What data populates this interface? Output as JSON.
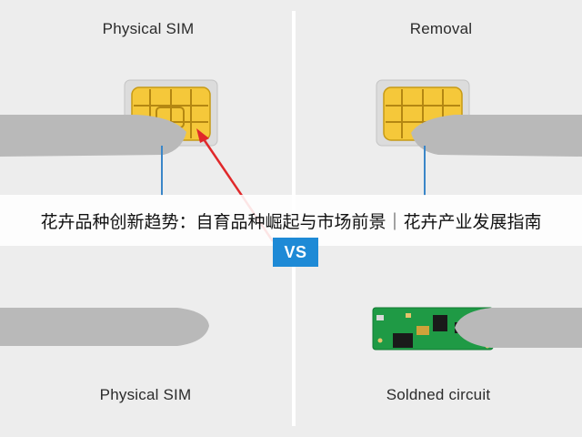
{
  "panels": {
    "top_left_label": "Physical SIM",
    "top_right_label": "Removal",
    "bottom_left_label": "Physical SIM",
    "bottom_right_label": "Soldned circuit"
  },
  "banner": {
    "text": "花卉品种创新趋势：自育品种崛起与市场前景｜花卉产业发展指南"
  },
  "vs_badge": "VS",
  "colors": {
    "sim_gold": "#f5c83a",
    "pcb_green": "#1f9a45",
    "vs_blue": "#1e8ad6",
    "arrow_red": "#e0282a",
    "lead_blue": "#3a86c8",
    "finger_gray": "#b9b9b9"
  }
}
